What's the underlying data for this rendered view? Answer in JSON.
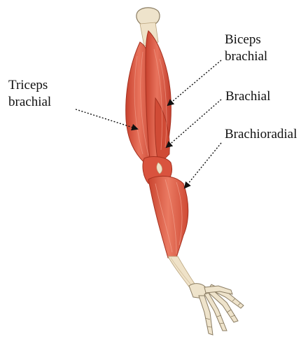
{
  "labels": {
    "triceps": [
      "Triceps",
      "brachial"
    ],
    "biceps": [
      "Biceps",
      "brachial"
    ],
    "brachial": "Brachial",
    "brachioradial": "Brachioradial"
  },
  "colors": {
    "muscle": "#dd5a44",
    "muscle_dark": "#b8392a",
    "tendon": "#efe2c8",
    "bone": "#eee3cb",
    "bone_outline": "#8b7d63",
    "leader": "#111111"
  }
}
